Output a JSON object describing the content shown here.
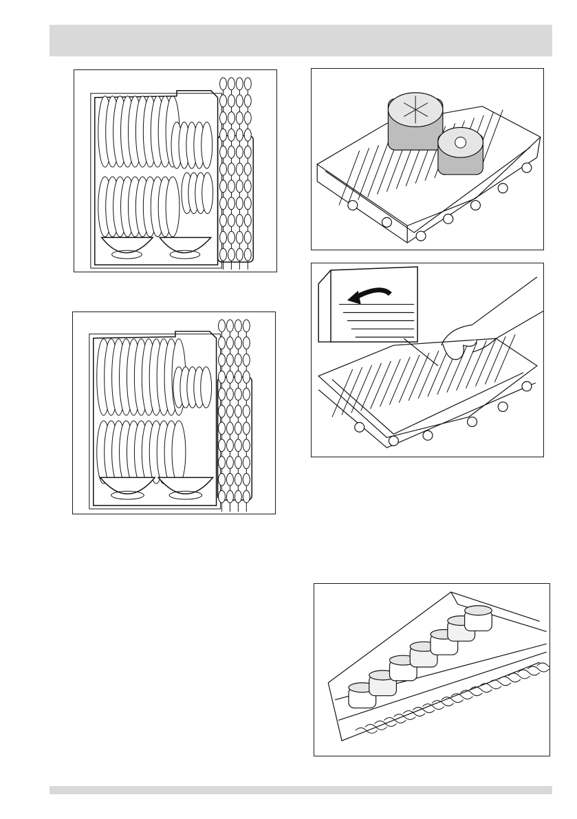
{
  "page": {
    "header_text": "",
    "footer_text": ""
  },
  "figures": [
    {
      "id": "fig1",
      "subject": "rack-top-view-a"
    },
    {
      "id": "fig2",
      "subject": "rack-top-view-b"
    },
    {
      "id": "fig3",
      "subject": "lower-basket-pots"
    },
    {
      "id": "fig4",
      "subject": "folding-tines"
    },
    {
      "id": "fig5",
      "subject": "upper-basket-cups"
    }
  ]
}
